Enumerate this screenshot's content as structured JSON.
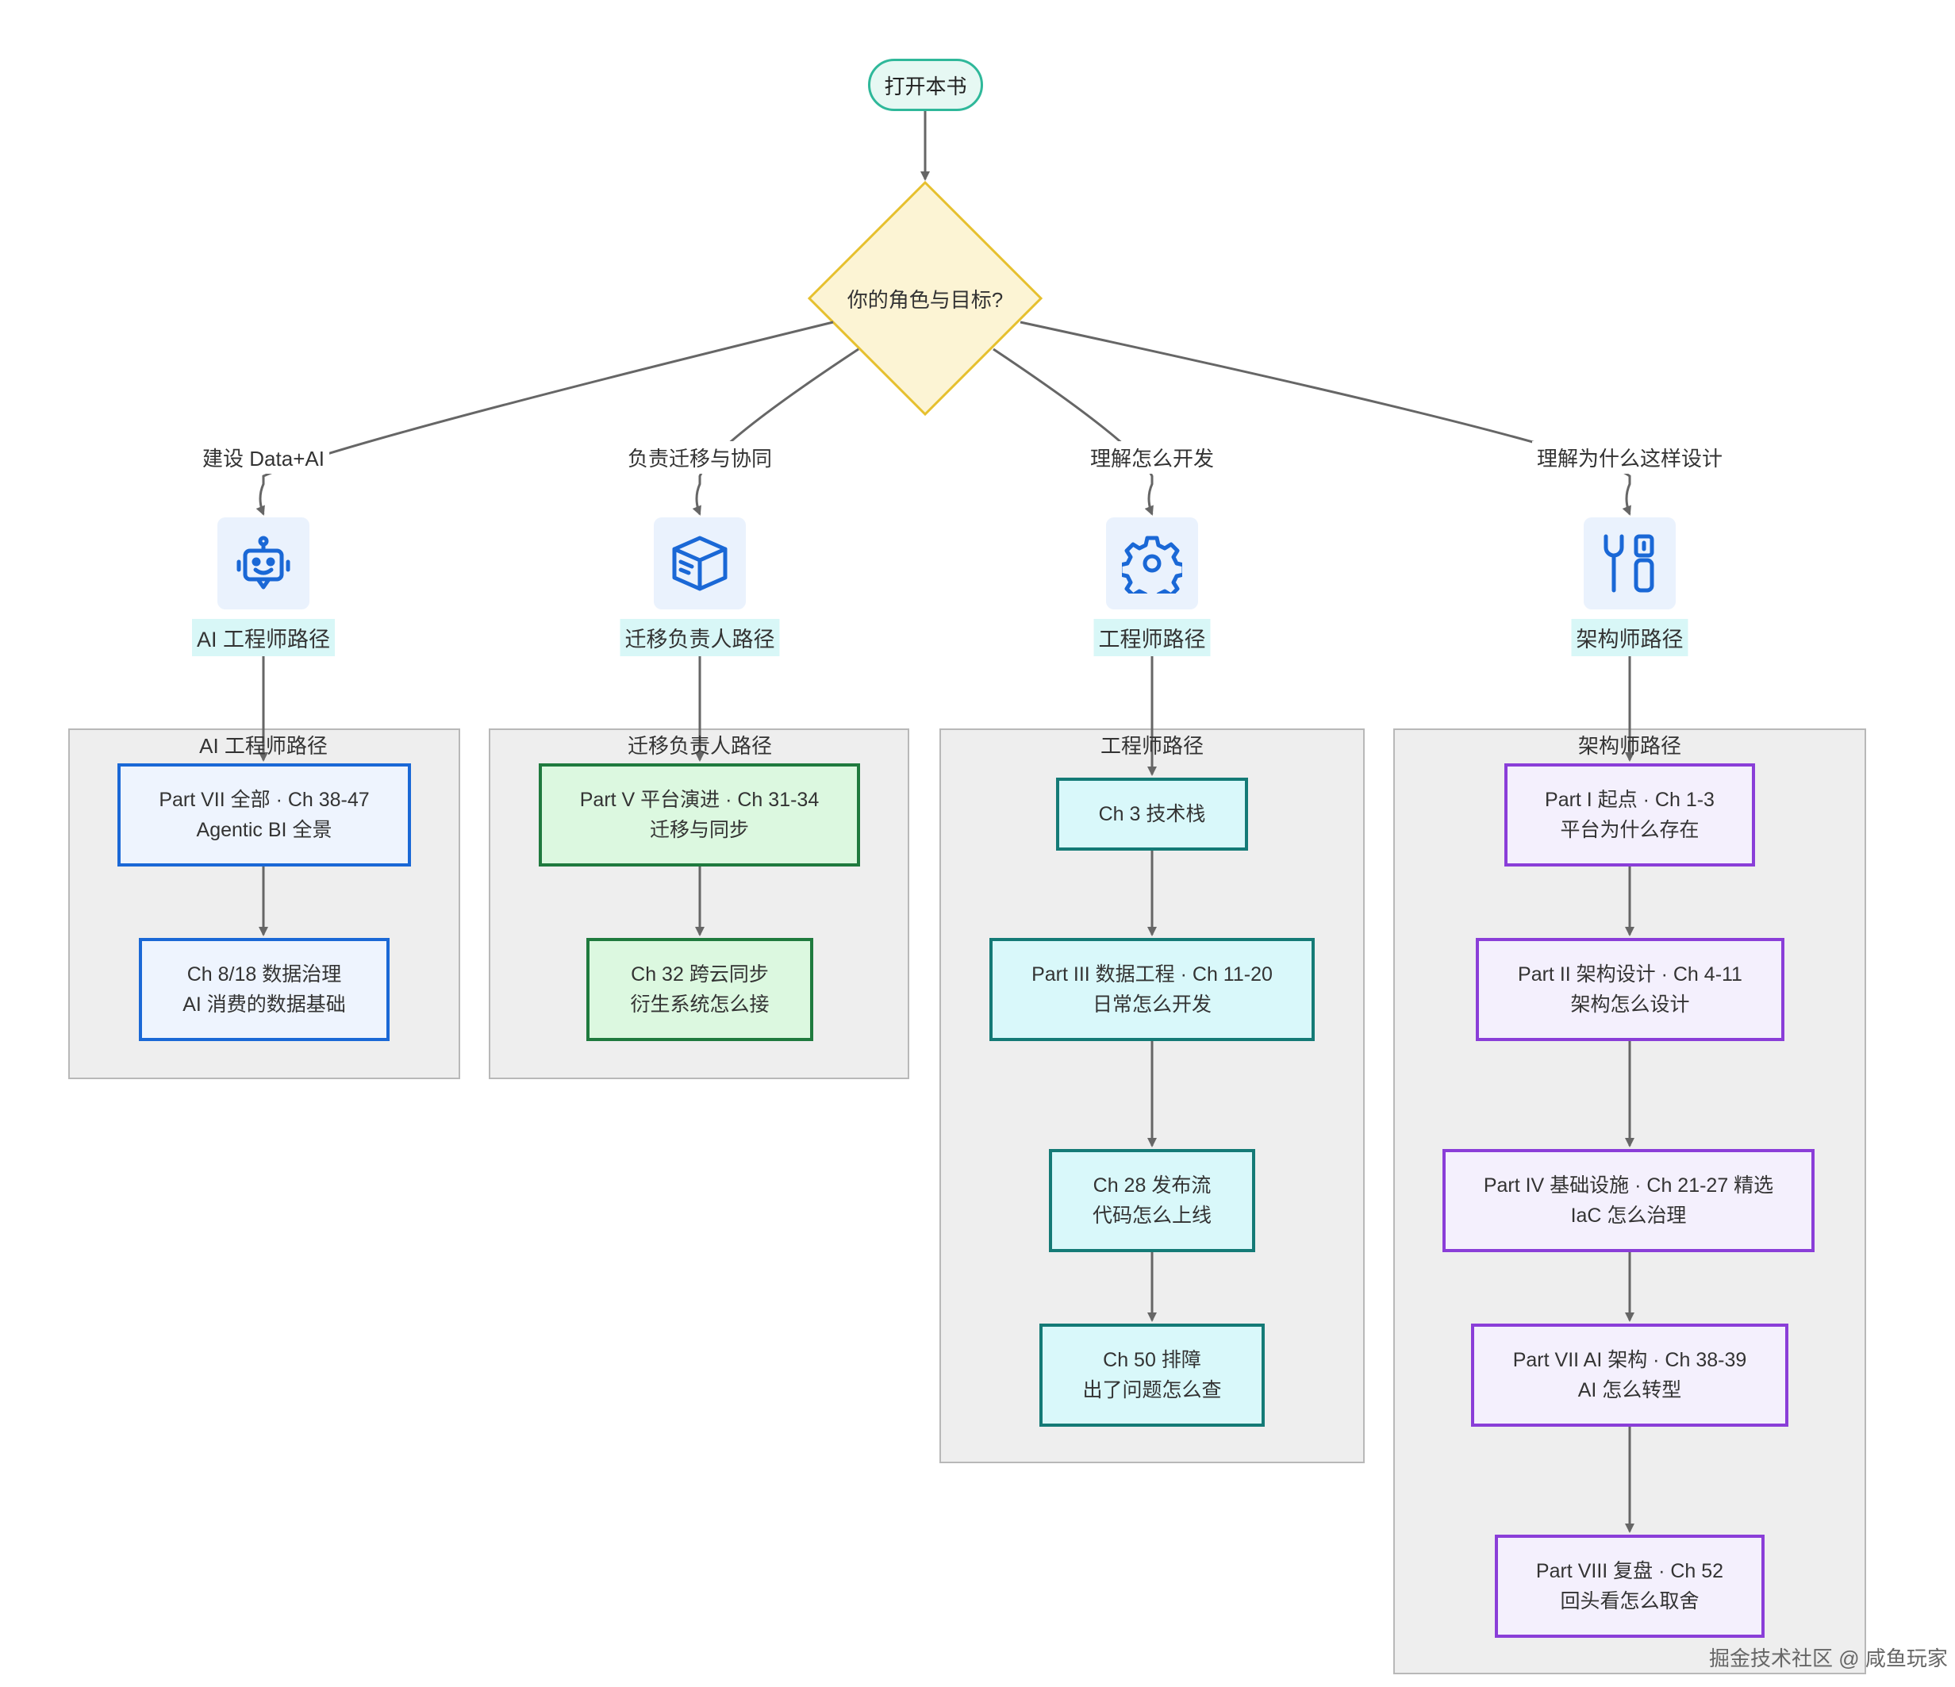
{
  "start": {
    "label": "打开本书"
  },
  "decision": {
    "label": "你的角色与目标?"
  },
  "branches": [
    {
      "edge_label": "建设 Data+AI",
      "icon": "robot-icon",
      "path_label": "AI 工程师路径",
      "cluster_title": "AI 工程师路径",
      "color": "blue",
      "nodes": [
        {
          "line1": "Part VII 全部 · Ch 38-47",
          "line2": "Agentic BI 全景"
        },
        {
          "line1": "Ch 8/18 数据治理",
          "line2": "AI 消费的数据基础"
        }
      ]
    },
    {
      "edge_label": "负责迁移与协同",
      "icon": "package-icon",
      "path_label": "迁移负责人路径",
      "cluster_title": "迁移负责人路径",
      "color": "green",
      "nodes": [
        {
          "line1": "Part V 平台演进 · Ch 31-34",
          "line2": "迁移与同步"
        },
        {
          "line1": "Ch 32 跨云同步",
          "line2": "衍生系统怎么接"
        }
      ]
    },
    {
      "edge_label": "理解怎么开发",
      "icon": "gear-icon",
      "path_label": "工程师路径",
      "cluster_title": "工程师路径",
      "color": "teal",
      "nodes": [
        {
          "line1": "Ch 3 技术栈",
          "line2": ""
        },
        {
          "line1": "Part III 数据工程 · Ch 11-20",
          "line2": "日常怎么开发"
        },
        {
          "line1": "Ch 28 发布流",
          "line2": "代码怎么上线"
        },
        {
          "line1": "Ch 50 排障",
          "line2": "出了问题怎么查"
        }
      ]
    },
    {
      "edge_label": "理解为什么这样设计",
      "icon": "tools-icon",
      "path_label": "架构师路径",
      "cluster_title": "架构师路径",
      "color": "purple",
      "nodes": [
        {
          "line1": "Part I 起点 · Ch 1-3",
          "line2": "平台为什么存在"
        },
        {
          "line1": "Part II 架构设计 · Ch 4-11",
          "line2": "架构怎么设计"
        },
        {
          "line1": "Part IV 基础设施 · Ch 21-27 精选",
          "line2": "IaC 怎么治理"
        },
        {
          "line1": "Part VII AI 架构 · Ch 38-39",
          "line2": "AI 怎么转型"
        },
        {
          "line1": "Part VIII 复盘 · Ch 52",
          "line2": "回头看怎么取舍"
        }
      ]
    }
  ],
  "colors": {
    "blue": "#1a68d6",
    "green": "#1f7a3e",
    "teal": "#147a76",
    "purple": "#8a3ed8",
    "edge": "#666666"
  },
  "watermark": "掘金技术社区 @ 咸鱼玩家"
}
